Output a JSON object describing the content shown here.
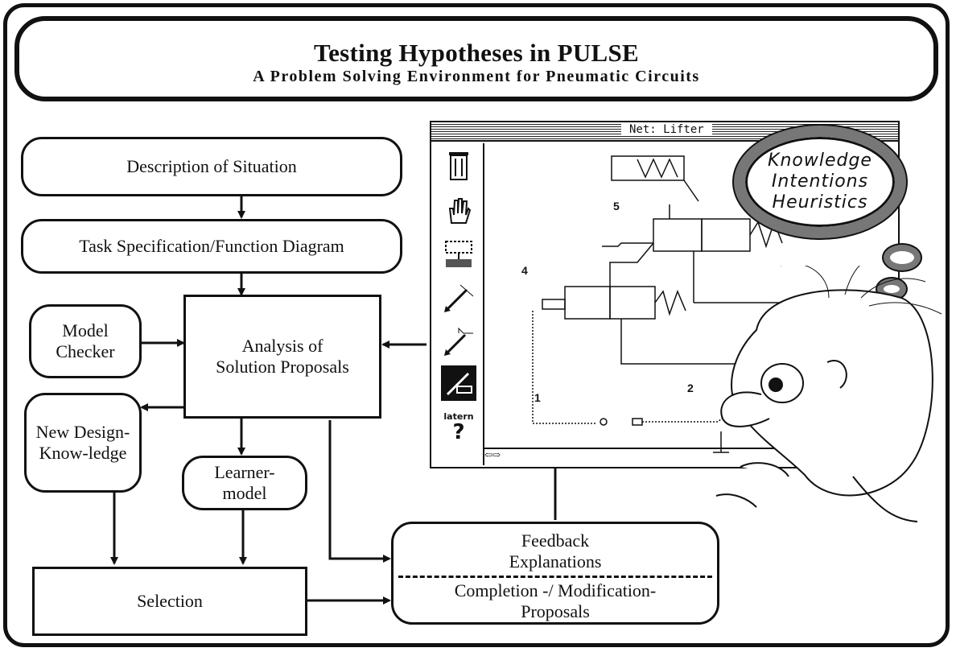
{
  "title": "Testing Hypotheses in PULSE",
  "subtitle": "A Problem Solving Environment for Pneumatic Circuits",
  "boxes": {
    "description": "Description of Situation",
    "task": "Task Specification/Function Diagram",
    "model_checker": "Model Checker",
    "analysis": "Analysis of Solution Proposals",
    "new_design": "New Design-Know-ledge",
    "learner": "Learner-model",
    "selection": "Selection",
    "feedback": "Feedback Explanations",
    "completion": "Completion -/ Modification-Proposals"
  },
  "window": {
    "title": "Net:  Lifter",
    "help_label": "latern",
    "labels": [
      "5",
      "4",
      "1",
      "2"
    ]
  },
  "thought": {
    "line1": "Knowledge",
    "line2": "Intentions",
    "line3": "Heuristics"
  }
}
